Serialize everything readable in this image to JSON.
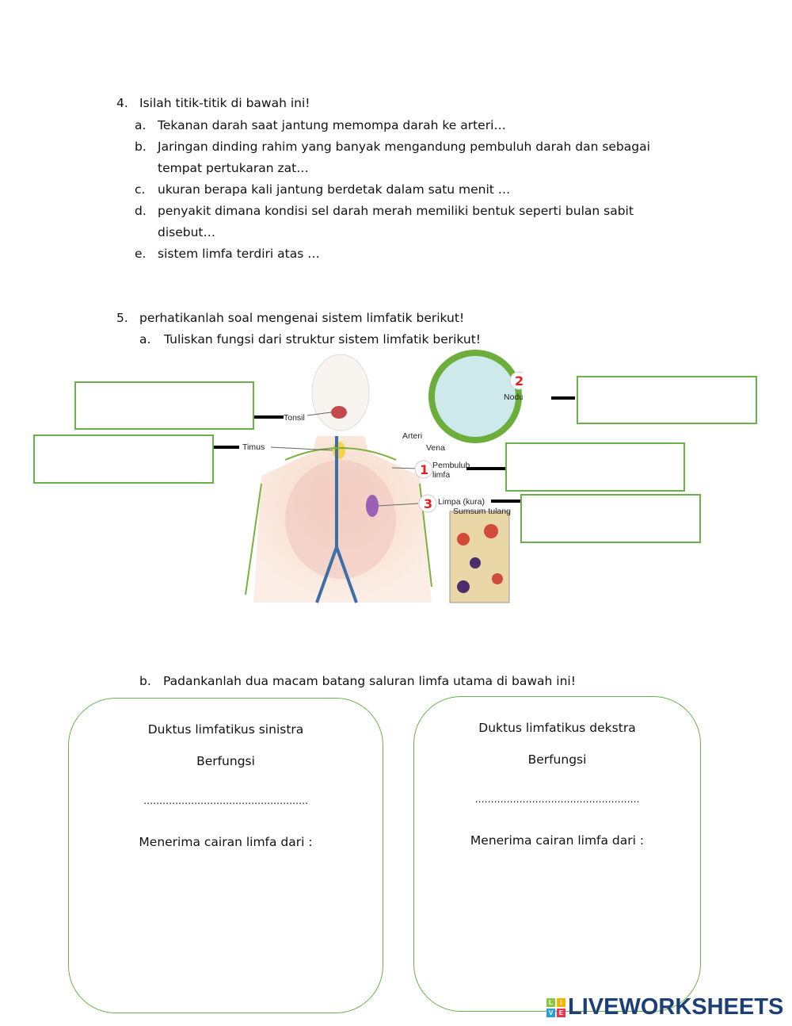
{
  "q4": {
    "number": "4.",
    "title": "Isilah titik-titik di bawah ini!",
    "items": [
      {
        "letter": "a.",
        "lines": [
          "Tekanan darah saat jantung memompa darah ke arteri…"
        ]
      },
      {
        "letter": "b.",
        "lines": [
          "Jaringan dinding rahim yang banyak mengandung pembuluh darah dan sebagai",
          "tempat pertukaran zat…"
        ]
      },
      {
        "letter": "c.",
        "lines": [
          "ukuran berapa kali jantung berdetak dalam satu menit …"
        ]
      },
      {
        "letter": "d.",
        "lines": [
          "penyakit dimana kondisi sel darah merah memiliki bentuk seperti bulan sabit",
          "disebut…"
        ]
      },
      {
        "letter": "e.",
        "lines": [
          "sistem limfa terdiri atas …"
        ]
      }
    ]
  },
  "q5": {
    "number": "5.",
    "title": "perhatikanlah soal mengenai sistem limfatik berikut!",
    "a": {
      "letter": "a.",
      "text": "Tuliskan fungsi dari struktur sistem limfatik berikut!"
    },
    "b": {
      "letter": "b.",
      "text": "Padankanlah dua macam batang saluran limfa utama di bawah ini!"
    }
  },
  "diagram": {
    "labels": {
      "tonsil": "Tonsil",
      "timus": "Timus",
      "arteri": "Arteri",
      "vena": "Vena",
      "nodus": "Nodus limfa",
      "pembuluh1": "Pembuluh",
      "pembuluh2": "limfa",
      "limpa": "Limpa (kura)",
      "sumsum": "Sumsum tulang"
    },
    "markers": {
      "n1": "1",
      "n2": "2",
      "n3": "3"
    }
  },
  "cards": [
    {
      "title": "Duktus limfatikus sinistra",
      "fungsi": "Berfungsi",
      "dots": "…………………………………………….",
      "menerima": "Menerima cairan limfa dari :"
    },
    {
      "title": "Duktus limfatikus dekstra",
      "fungsi": "Berfungsi",
      "dots": "…………………………………………….",
      "menerima": "Menerima cairan limfa dari :"
    }
  ],
  "logo": {
    "text": "LIVEWORKSHEETS",
    "letters": [
      "L",
      "I",
      "V",
      "E"
    ],
    "colors": [
      "#8cc63f",
      "#f7b500",
      "#2a9fd6",
      "#e8344e"
    ]
  }
}
